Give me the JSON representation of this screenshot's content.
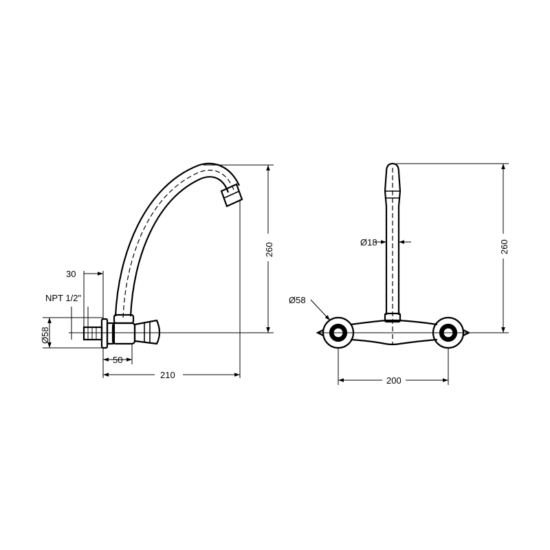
{
  "side_view": {
    "thread_label": "NPT 1/2\"",
    "dim_30": "30",
    "dim_d58": "Ø58",
    "dim_50": "50",
    "dim_210": "210",
    "dim_260": "260"
  },
  "front_view": {
    "dim_d18": "Ø18",
    "dim_d58": "Ø58",
    "dim_200": "200",
    "dim_260": "260"
  },
  "colors": {
    "line": "#000000",
    "background": "#ffffff"
  }
}
